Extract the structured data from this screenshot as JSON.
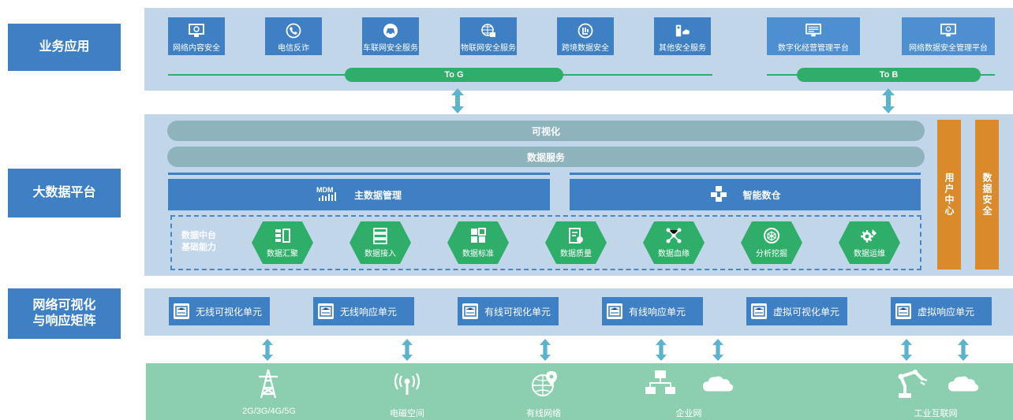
{
  "rows": {
    "business": "业务应用",
    "bigdata": "大数据平台",
    "network_line1": "网络可视化",
    "network_line2": "与响应矩阵"
  },
  "apps": [
    {
      "label": "网络内容安全",
      "icon": "monitor-gear-icon"
    },
    {
      "label": "电信反诈",
      "icon": "phone-icon"
    },
    {
      "label": "车联网安全服务",
      "icon": "car-icon"
    },
    {
      "label": "物联网安全服务",
      "icon": "iot-globe-icon"
    },
    {
      "label": "跨境数据安全",
      "icon": "cross-border-icon"
    },
    {
      "label": "其他安全服务",
      "icon": "cloud-device-icon"
    },
    {
      "label": "数字化经营管理平台",
      "icon": "monitor-icon"
    },
    {
      "label": "网络数据安全管理平台",
      "icon": "monitor-shield-icon"
    }
  ],
  "channels": {
    "to_g": "To G",
    "to_b": "To B"
  },
  "platform": {
    "visualization": "可视化",
    "data_service": "数据服务",
    "master_data": "主数据管理",
    "smart_warehouse": "智能数仓",
    "base_line1": "数据中台",
    "base_line2": "基础能力",
    "capabilities": [
      {
        "label": "数据汇聚",
        "icon": "aggregate-icon"
      },
      {
        "label": "数据接入",
        "icon": "access-icon"
      },
      {
        "label": "数据标准",
        "icon": "standard-icon"
      },
      {
        "label": "数据质量",
        "icon": "quality-icon"
      },
      {
        "label": "数据血缘",
        "icon": "lineage-icon"
      },
      {
        "label": "分析挖掘",
        "icon": "mining-icon"
      },
      {
        "label": "数据运维",
        "icon": "ops-icon"
      }
    ],
    "user_center": "用户中心",
    "data_security": "数据安全"
  },
  "units": [
    "无线可视化单元",
    "无线响应单元",
    "有线可视化单元",
    "有线响应单元",
    "虚拟可视化单元",
    "虚拟响应单元"
  ],
  "networks": [
    {
      "label": "2G/3G/4G/5G",
      "icon": "tower-icon"
    },
    {
      "label": "电磁空间",
      "icon": "signal-icon"
    },
    {
      "label": "有线网络",
      "icon": "globe-pin-icon"
    },
    {
      "label": "企业网",
      "icon": "network-computers-icon"
    },
    {
      "label": "工业互联网",
      "icon": "robot-arm-icon"
    }
  ],
  "colors": {
    "blue": "#3f7fc4",
    "green": "#2fae6a",
    "orange": "#d98a2a",
    "grey": "#8fb3bd",
    "panel": "#c2d6ea",
    "mint": "#8bcfae"
  }
}
